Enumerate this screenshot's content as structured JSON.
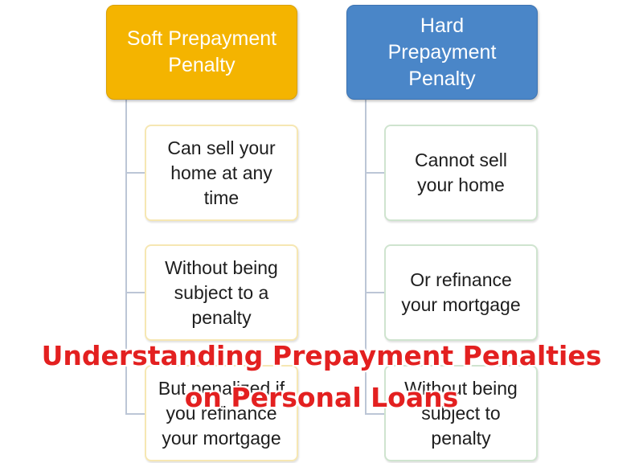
{
  "soft": {
    "title": "Soft Prepayment Penalty",
    "items": [
      "Can sell your home at any time",
      "Without being subject to a penalty",
      "But penalized if you refinance your mortgage"
    ]
  },
  "hard": {
    "title": "Hard Prepayment Penalty",
    "items": [
      "Cannot sell your home",
      "Or refinance your mortgage",
      "Without being subject to penalty"
    ]
  },
  "overlay": {
    "title_line1": "Understanding Prepayment Penalties",
    "title_line2": "on Personal Loans"
  },
  "colors": {
    "soft_header": "#f4b400",
    "hard_header": "#4a86c8",
    "overlay_text": "#e32020"
  }
}
